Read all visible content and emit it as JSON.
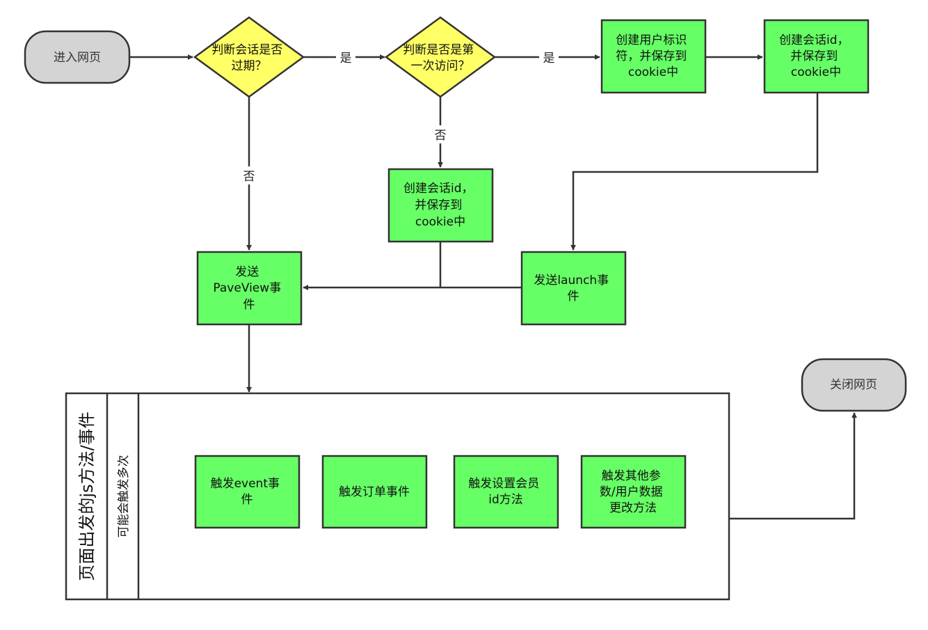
{
  "nodes": {
    "enter_page": "进入网页",
    "check_session_expired": [
      "判断会话是否",
      "过期？"
    ],
    "check_first_visit": [
      "判断是否是第",
      "一次访问？"
    ],
    "create_user_id": [
      "创建用户标识",
      "符，并保存到",
      "cookie中"
    ],
    "create_session_id_a": [
      "创建会话id，",
      "并保存到",
      "cookie中"
    ],
    "create_session_id_b": [
      "创建会话id，",
      "并保存到",
      "cookie中"
    ],
    "send_pageview": [
      "发送",
      "PaveView事",
      "件"
    ],
    "send_launch": [
      "发送launch事",
      "件"
    ],
    "close_page": "关闭网页"
  },
  "edge_labels": {
    "yes_1": "是",
    "yes_2": "是",
    "no_1": "否",
    "no_2": "否"
  },
  "pool": {
    "title": "页面出发的js方法/事件",
    "lane": "可能会触发多次",
    "items": [
      [
        "触发event事",
        "件"
      ],
      [
        "触发订单事件"
      ],
      [
        "触发设置会员",
        "id方法"
      ],
      [
        "触发其他参",
        "数/用户数据",
        "更改方法"
      ]
    ]
  },
  "colors": {
    "terminal_fill": "#d4d4d4",
    "decision_fill": "#ffff66",
    "process_fill": "#66ff66",
    "stroke": "#333333"
  }
}
